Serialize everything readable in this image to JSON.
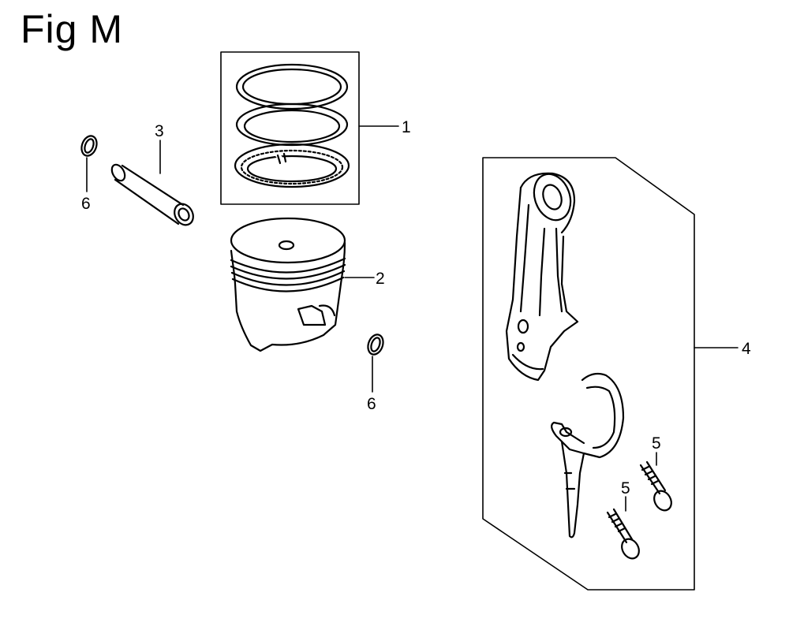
{
  "figure": {
    "title": "Fig M"
  },
  "callouts": {
    "piston_ring_set": "1",
    "piston": "2",
    "piston_pin": "3",
    "connecting_rod_set": "4",
    "rod_bolt_upper": "5",
    "rod_bolt_lower": "5",
    "pin_clip_left": "6",
    "pin_clip_right": "6"
  }
}
